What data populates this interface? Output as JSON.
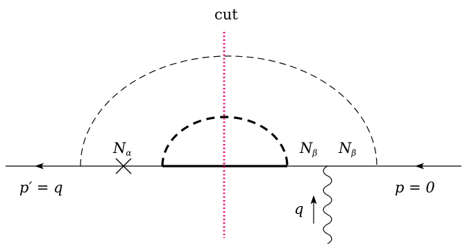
{
  "labels": {
    "cut": "cut",
    "n_alpha_base": "N",
    "n_alpha_sub": "α",
    "n_beta_left_base": "N",
    "n_beta_left_sub": "β",
    "n_beta_right_base": "N",
    "n_beta_right_sub": "β",
    "p_prime_eq_q": "p′ = q",
    "p_eq_0": "p = 0",
    "q_momentum": "q"
  },
  "colors": {
    "line": "#000000",
    "cut_line": "#e8197a"
  },
  "elements": {
    "fermion_line": "solid horizontal line with arrows pointing left",
    "outer_loop": "thin dashed semicircle",
    "inner_loop": "thick dashed semicircle on thick solid segment",
    "vertex_mark": "cross",
    "photon": "wavy line with upward arrow"
  }
}
